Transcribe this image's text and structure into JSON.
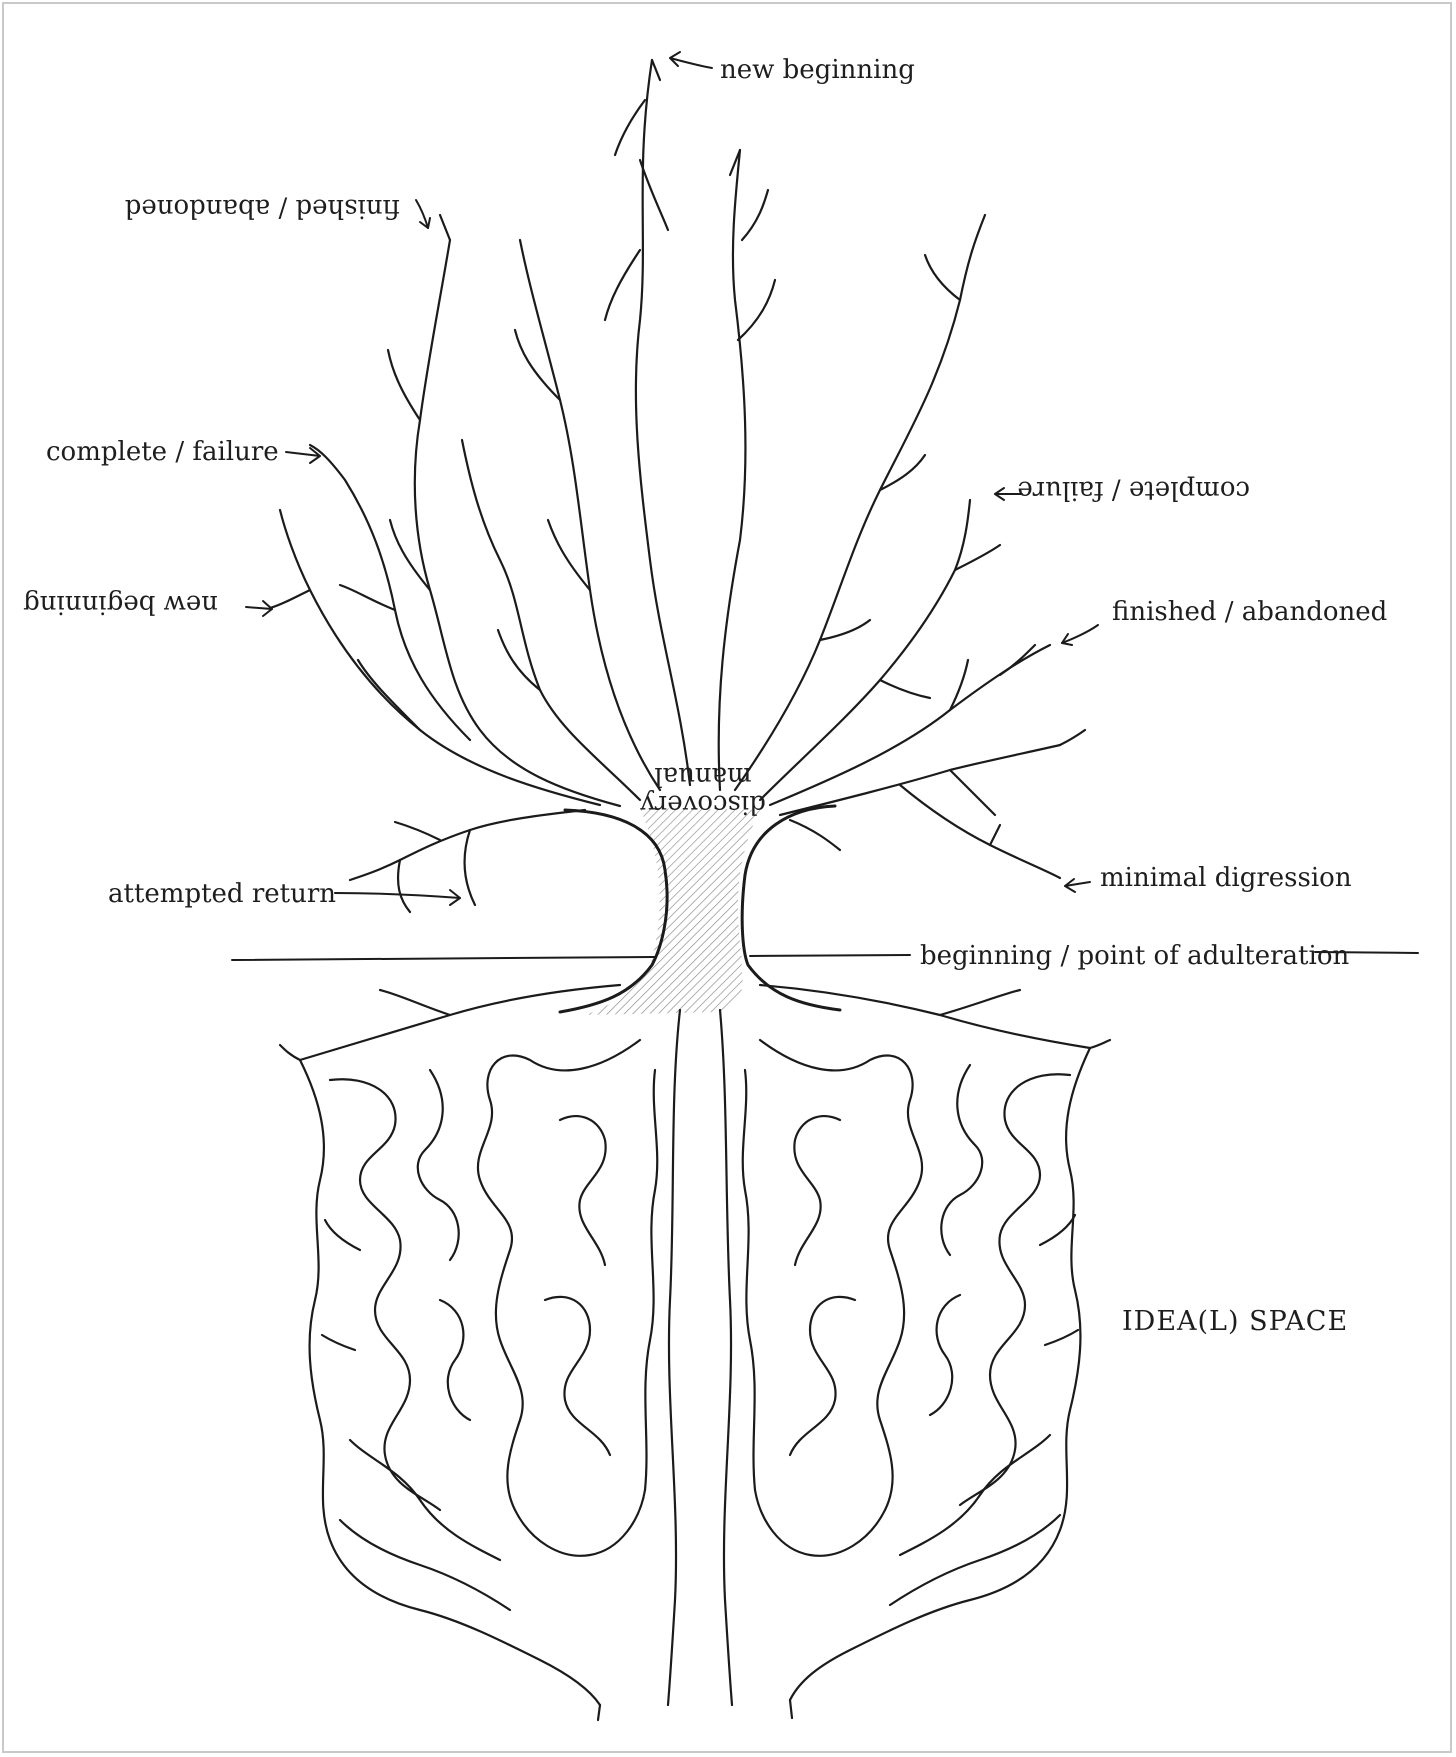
{
  "labels": {
    "top_new_beginning": "new beginning",
    "upper_left_finished_abandoned": "finished / abandoned",
    "left_complete_failure": "complete / failure",
    "right_complete_failure": "complete / failure",
    "left_new_beginning": "new beginning",
    "right_finished_abandoned": "finished / abandoned",
    "trunk_top": "manual",
    "trunk_bottom": "discovery",
    "attempted_return": "attempted return",
    "minimal_digression": "minimal digression",
    "beginning_point": "beginning / point of adulteration",
    "idea_space": "IDEA(L) SPACE"
  },
  "colors": {
    "ink": "#1b1b1b",
    "paper": "#ffffff",
    "frame": "#c9c9c9"
  }
}
